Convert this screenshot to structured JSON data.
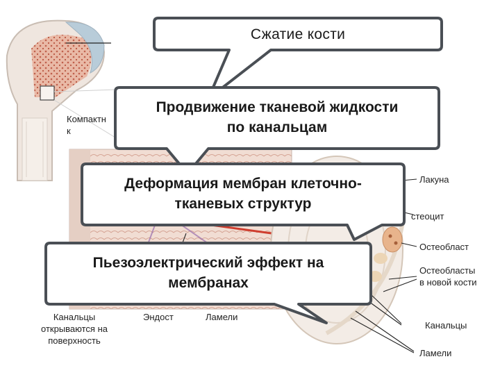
{
  "callouts": {
    "compression": "Сжатие кости",
    "fluid_flow_line1": "Продвижение тканевой жидкости",
    "fluid_flow_line2": "по канальцам",
    "membrane_line1": "Деформация мембран клеточно-",
    "membrane_line2": "тканевых структур",
    "piezo_line1": "Пьезоэлектрический эффект на",
    "piezo_line2": "мембранах"
  },
  "labels": {
    "compact_partial_1": "Компактн",
    "compact_partial_2": "к",
    "lacuna": "Лакуна",
    "osteocyte": "стеоцит",
    "osteoblast": "Остеобласт",
    "osteoblasts_new_bone_1": "Остеобласты",
    "osteoblasts_new_bone_2": "в новой кости",
    "canaliculi_right": "Канальцы",
    "lamellae_right": "Ламели",
    "canaliculi_open_1": "Канальцы",
    "canaliculi_open_2": "открываются на",
    "canaliculi_open_3": "поверхность",
    "endosteum": "Эндост",
    "lamellae_bottom": "Ламели"
  },
  "colors": {
    "callout_border": "#4a4f55",
    "bone_red": "#d9826f",
    "cartilage_blue": "#b8ccd9",
    "cell_tan": "#e8c9a8"
  }
}
